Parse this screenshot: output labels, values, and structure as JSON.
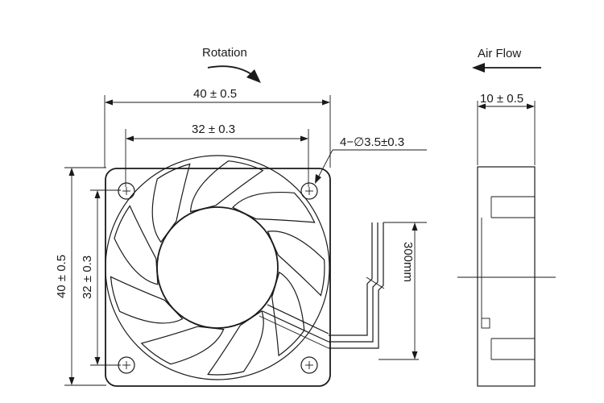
{
  "labels": {
    "rotation": "Rotation",
    "air_flow": "Air Flow",
    "width_outer": "40 ± 0.5",
    "width_holes": "32 ± 0.3",
    "height_outer": "40 ± 0.5",
    "height_holes": "32 ± 0.3",
    "mount_holes": "4−∅3.5±0.3",
    "depth": "10 ± 0.5",
    "cable_length": "300mm"
  }
}
